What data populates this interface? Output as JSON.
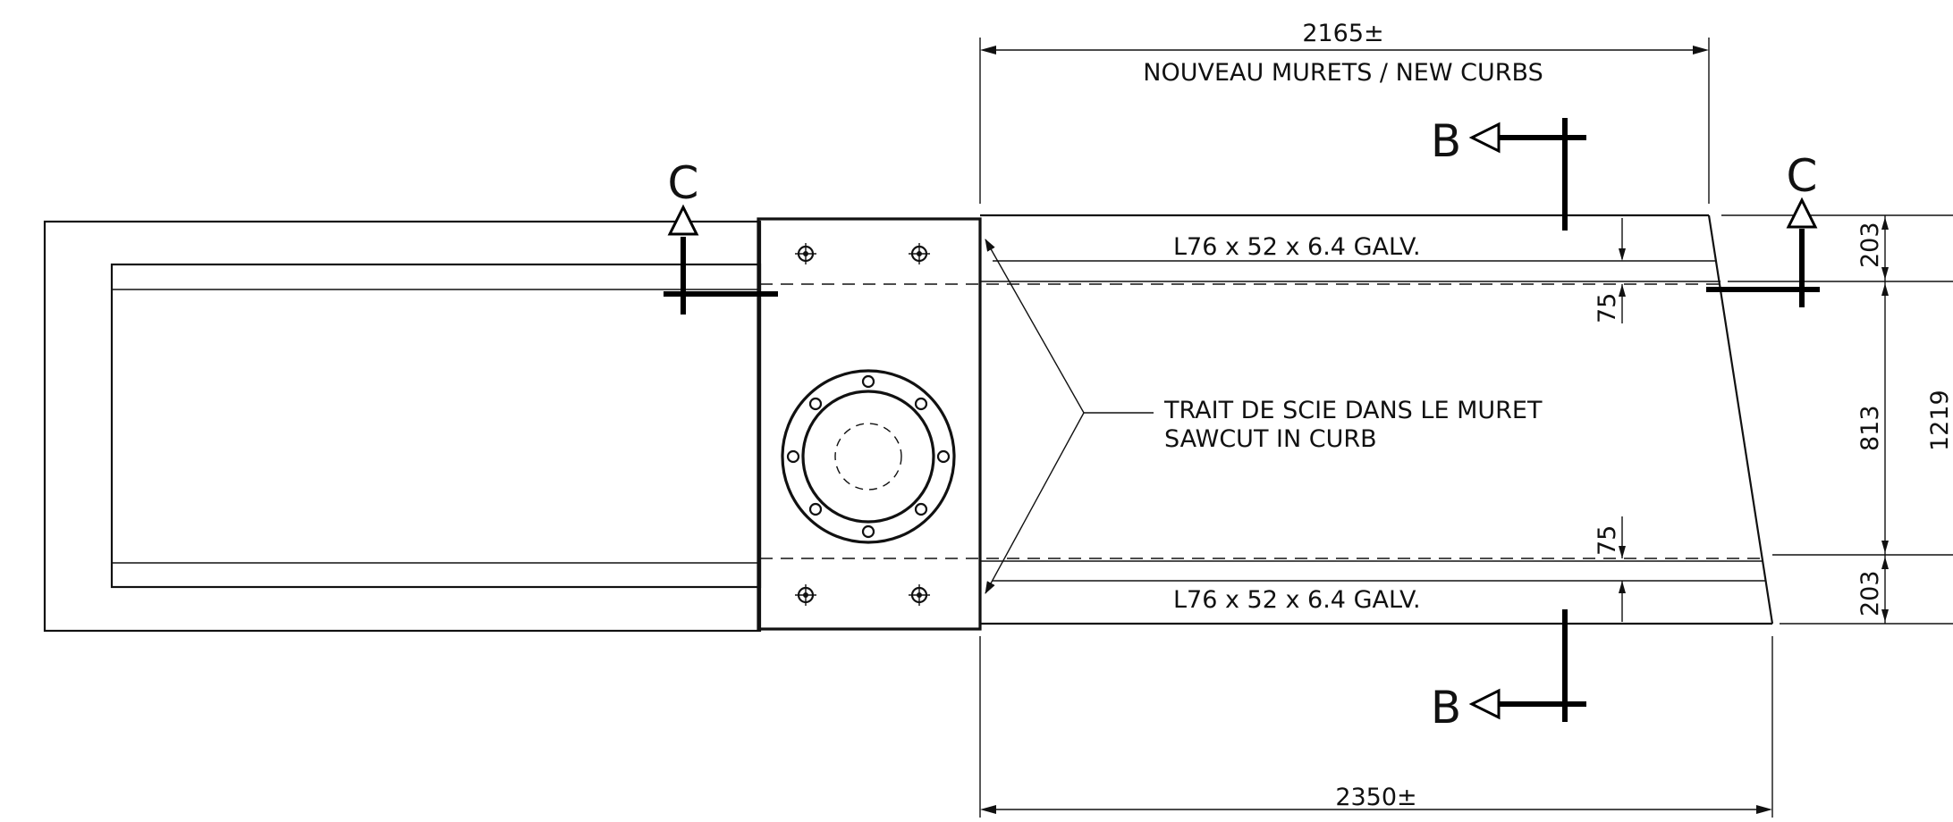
{
  "dimensions": {
    "top_length": "2165±",
    "bottom_length": "2350±",
    "edge_top": "203",
    "edge_bottom": "203",
    "middle": "813",
    "offset_top": "75",
    "offset_bottom": "75",
    "overall_cut": "1219"
  },
  "labels": {
    "new_curbs": "NOUVEAU MURETS / NEW CURBS",
    "angle_top": "L76 x 52 x 6.4 GALV.",
    "angle_bottom": "L76 x 52 x 6.4 GALV.",
    "sawcut_fr": "TRAIT DE SCIE DANS LE MURET",
    "sawcut_en": "SAWCUT IN CURB"
  },
  "section_markers": {
    "b_top": "B",
    "b_bottom": "B",
    "c_left": "C",
    "c_right": "C"
  }
}
